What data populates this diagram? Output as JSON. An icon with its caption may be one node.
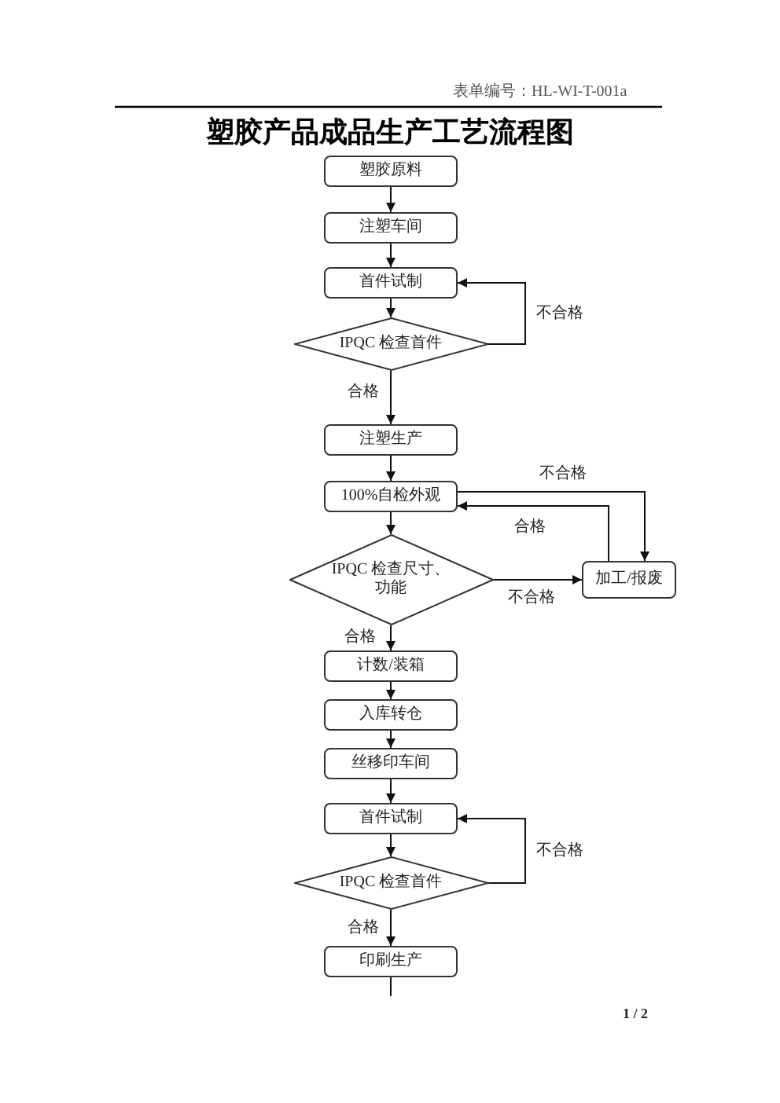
{
  "diagram": {
    "title": "塑胶产品成品生产工艺流程图",
    "nodes": [
      {
        "text": [
          "塑胶原料"
        ]
      },
      {
        "text": [
          "注塑车间"
        ]
      },
      {
        "text": [
          "首件试制"
        ]
      },
      {
        "text": [
          "IPQC 检查首件"
        ]
      },
      {
        "text": [
          "注塑生产"
        ]
      },
      {
        "text": [
          "100%自检外观"
        ]
      },
      {
        "text": [
          "IPQC 检查尺寸、功能"
        ]
      },
      {
        "text": [
          "加工/报废"
        ]
      },
      {
        "text": [
          "计数/装箱"
        ]
      },
      {
        "text": [
          "入库转仓"
        ]
      },
      {
        "text": [
          "丝移印车间"
        ]
      },
      {
        "text": [
          "首件试制"
        ]
      },
      {
        "text": [
          "IPQC 检查首件"
        ]
      },
      {
        "text": [
          "印刷生产"
        ]
      }
    ],
    "edges": [
      {
        "from": 0,
        "to": 1,
        "arrow": "to"
      },
      {
        "from": 1,
        "to": 2,
        "arrow": "to"
      },
      {
        "from": 2,
        "to": 3,
        "arrow": "to"
      },
      {
        "from": 3,
        "to": 2,
        "arrow": "to",
        "label": "不合格"
      },
      {
        "from": 3,
        "to": 4,
        "arrow": "to",
        "label": "合格"
      },
      {
        "from": 4,
        "to": 5,
        "arrow": "to"
      },
      {
        "from": 5,
        "to": 7,
        "arrow": "to",
        "label": "不合格"
      },
      {
        "from": 7,
        "to": 5,
        "arrow": "to",
        "label": "合格"
      },
      {
        "from": 5,
        "to": 6,
        "arrow": "to"
      },
      {
        "from": 6,
        "to": 7,
        "arrow": "to",
        "label": "不合格"
      },
      {
        "from": 6,
        "to": 8,
        "arrow": "to",
        "label": "合格"
      },
      {
        "from": 8,
        "to": 9,
        "arrow": "to"
      },
      {
        "from": 9,
        "to": 10,
        "arrow": "to"
      },
      {
        "from": 10,
        "to": 11,
        "arrow": "to"
      },
      {
        "from": 11,
        "to": 12,
        "arrow": "to"
      },
      {
        "from": 12,
        "to": 11,
        "arrow": "to",
        "label": "不合格"
      },
      {
        "from": 12,
        "to": 13,
        "arrow": "to",
        "label": "合格"
      },
      {
        "from": 13,
        "to": null,
        "arrow": "none"
      }
    ],
    "labels": [
      "表单编号：HL-WI-T-001a",
      "1 / 2"
    ]
  }
}
